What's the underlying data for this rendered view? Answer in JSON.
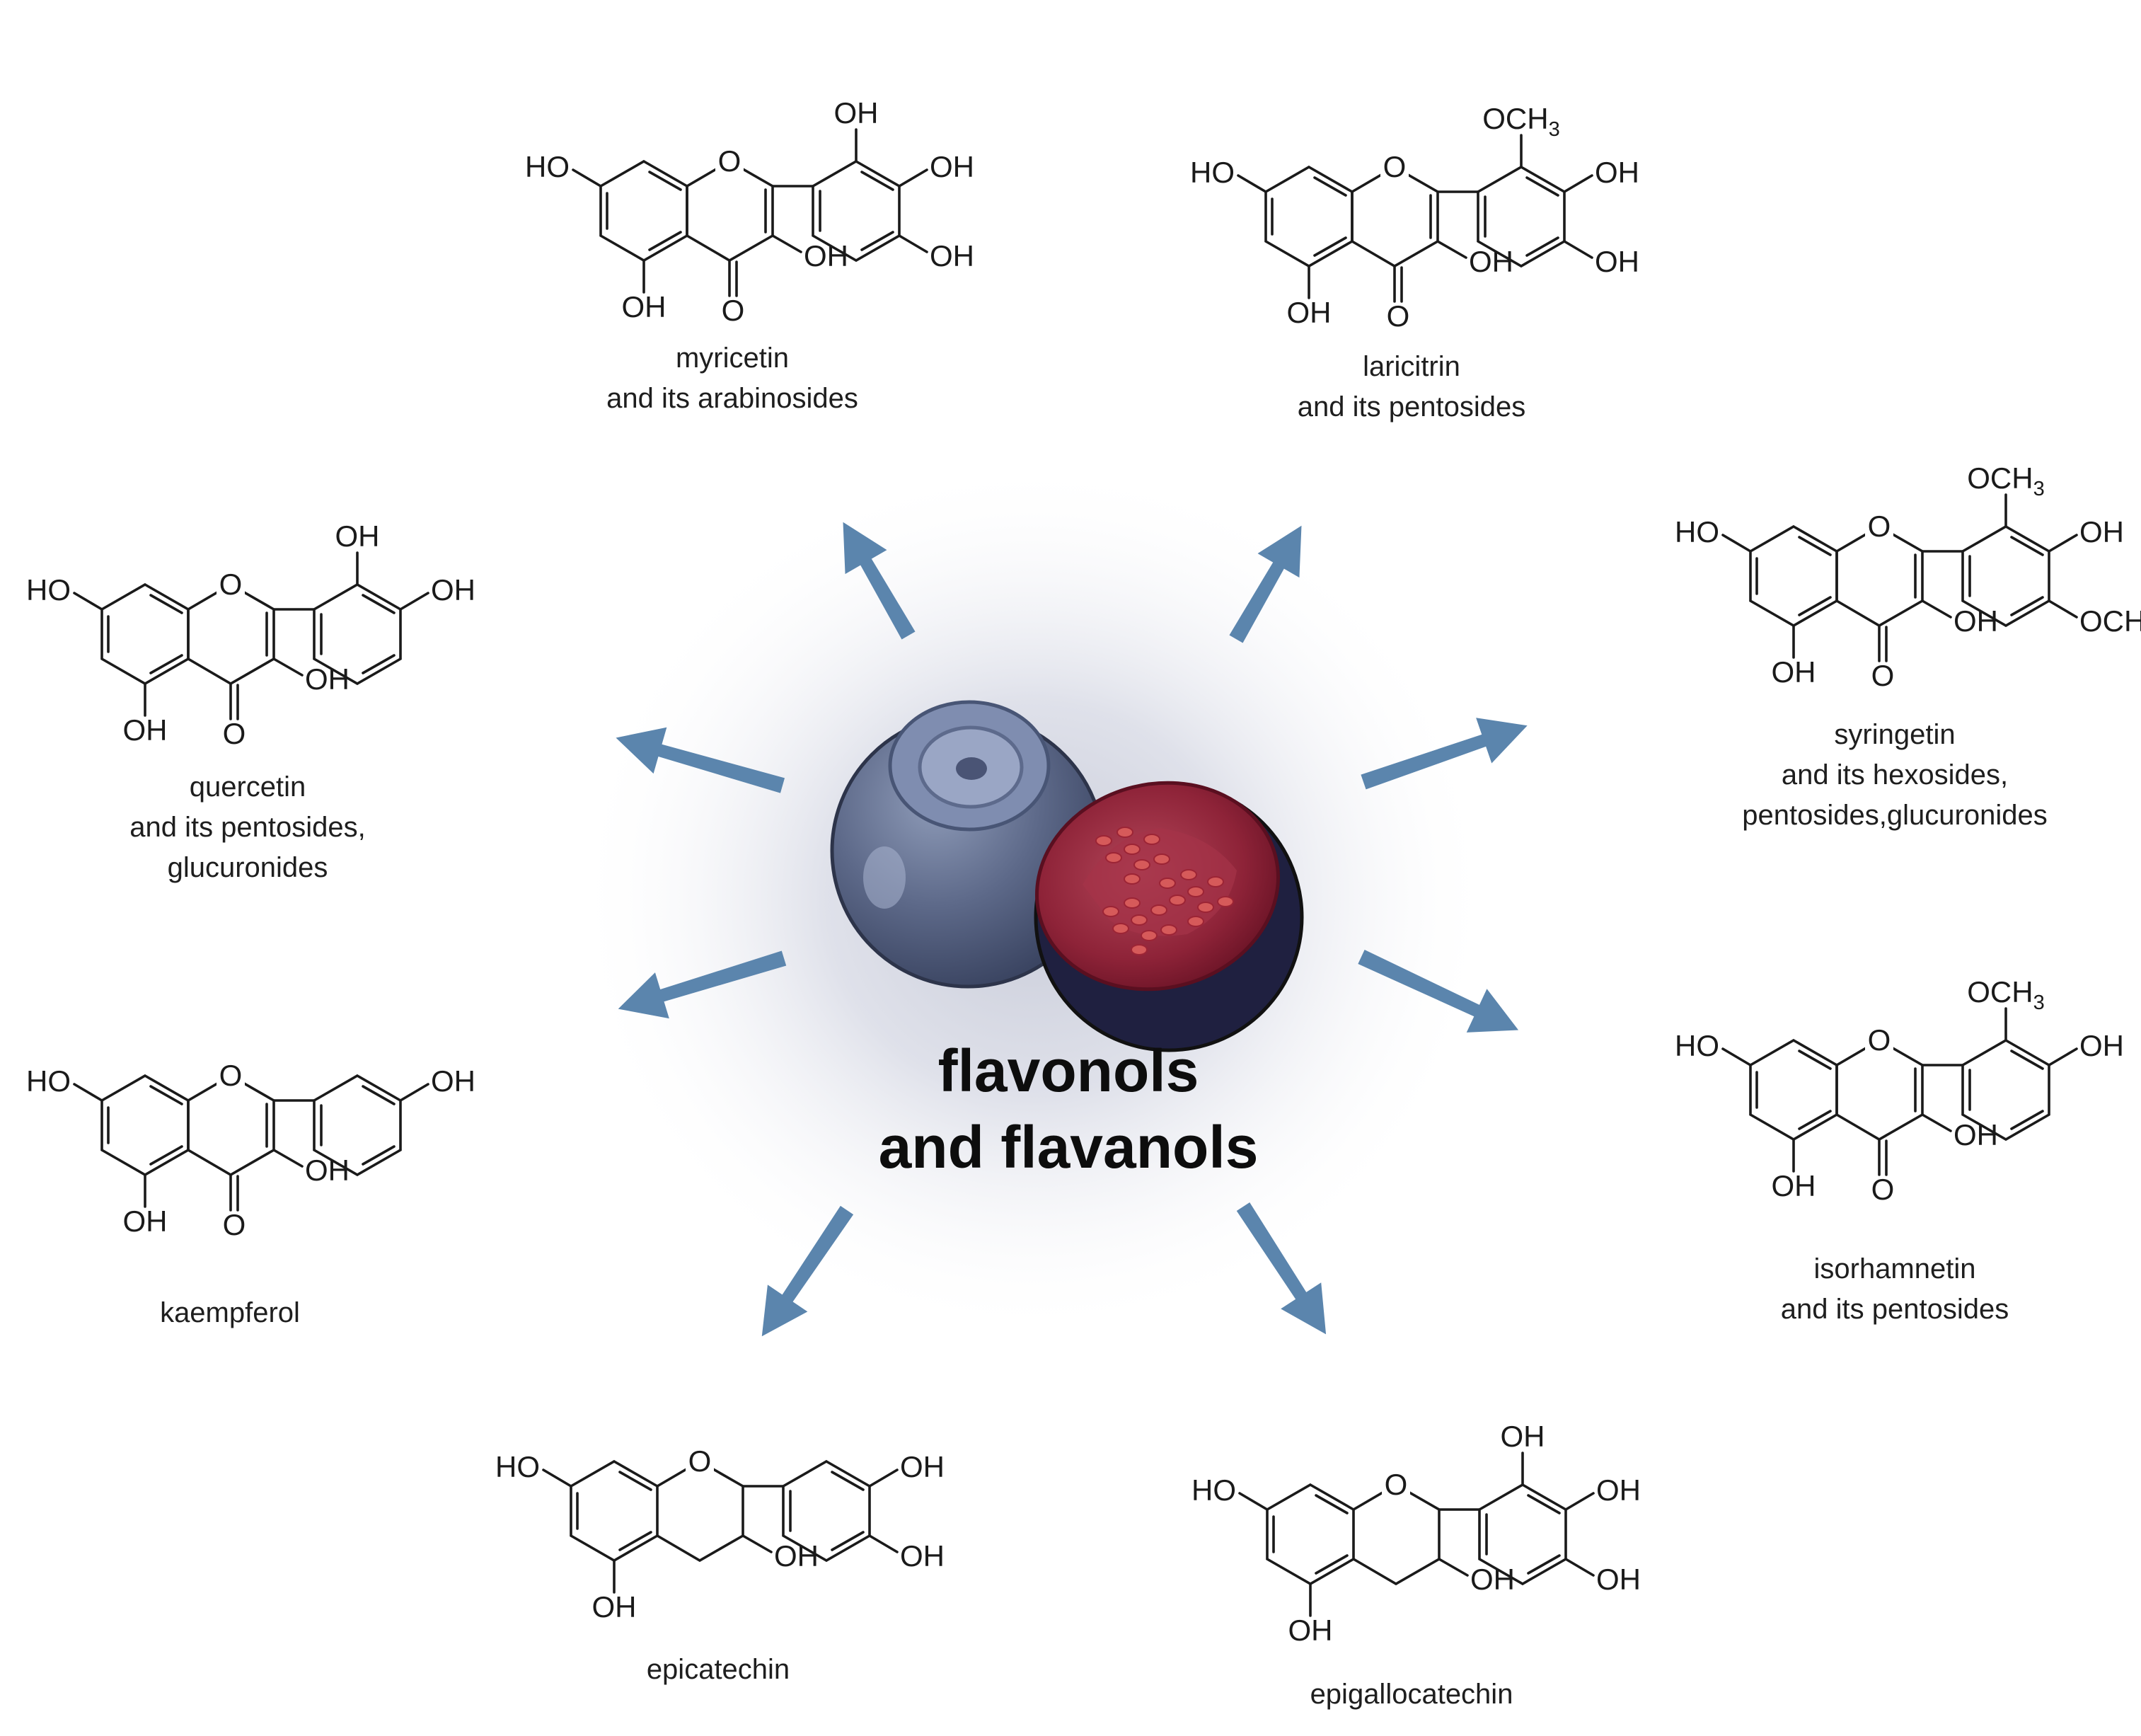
{
  "title": {
    "line1": "flavonols",
    "line2": "and flavanols"
  },
  "compounds": [
    {
      "name": "myricetin",
      "lines": [
        "myricetin",
        "and its arabinosides"
      ]
    },
    {
      "name": "laricitrin",
      "lines": [
        "laricitrin",
        "and its pentosides"
      ]
    },
    {
      "name": "syringetin",
      "lines": [
        "syringetin",
        "and its hexosides,",
        "pentosides,glucuronides"
      ]
    },
    {
      "name": "isorhamnetin",
      "lines": [
        "isorhamnetin",
        "and its pentosides"
      ]
    },
    {
      "name": "epigallocatechin",
      "lines": [
        "epigallocatechin"
      ]
    },
    {
      "name": "epicatechin",
      "lines": [
        "epicatechin"
      ]
    },
    {
      "name": "kaempferol",
      "lines": [
        "kaempferol"
      ]
    },
    {
      "name": "quercetin",
      "lines": [
        "quercetin",
        "and its pentosides,",
        "glucuronides"
      ]
    }
  ],
  "atom_labels": {
    "ho": "HO",
    "oh": "OH",
    "o": "O",
    "och3": "OCH",
    "sub3": "3"
  },
  "colors": {
    "arrow": "#5b85ad",
    "berry_skin": "#5f6d8c",
    "berry_flesh": "#8b2234",
    "seed": "#d9534f"
  },
  "icons": [
    "blueberry-icon",
    "fig-half-icon"
  ]
}
